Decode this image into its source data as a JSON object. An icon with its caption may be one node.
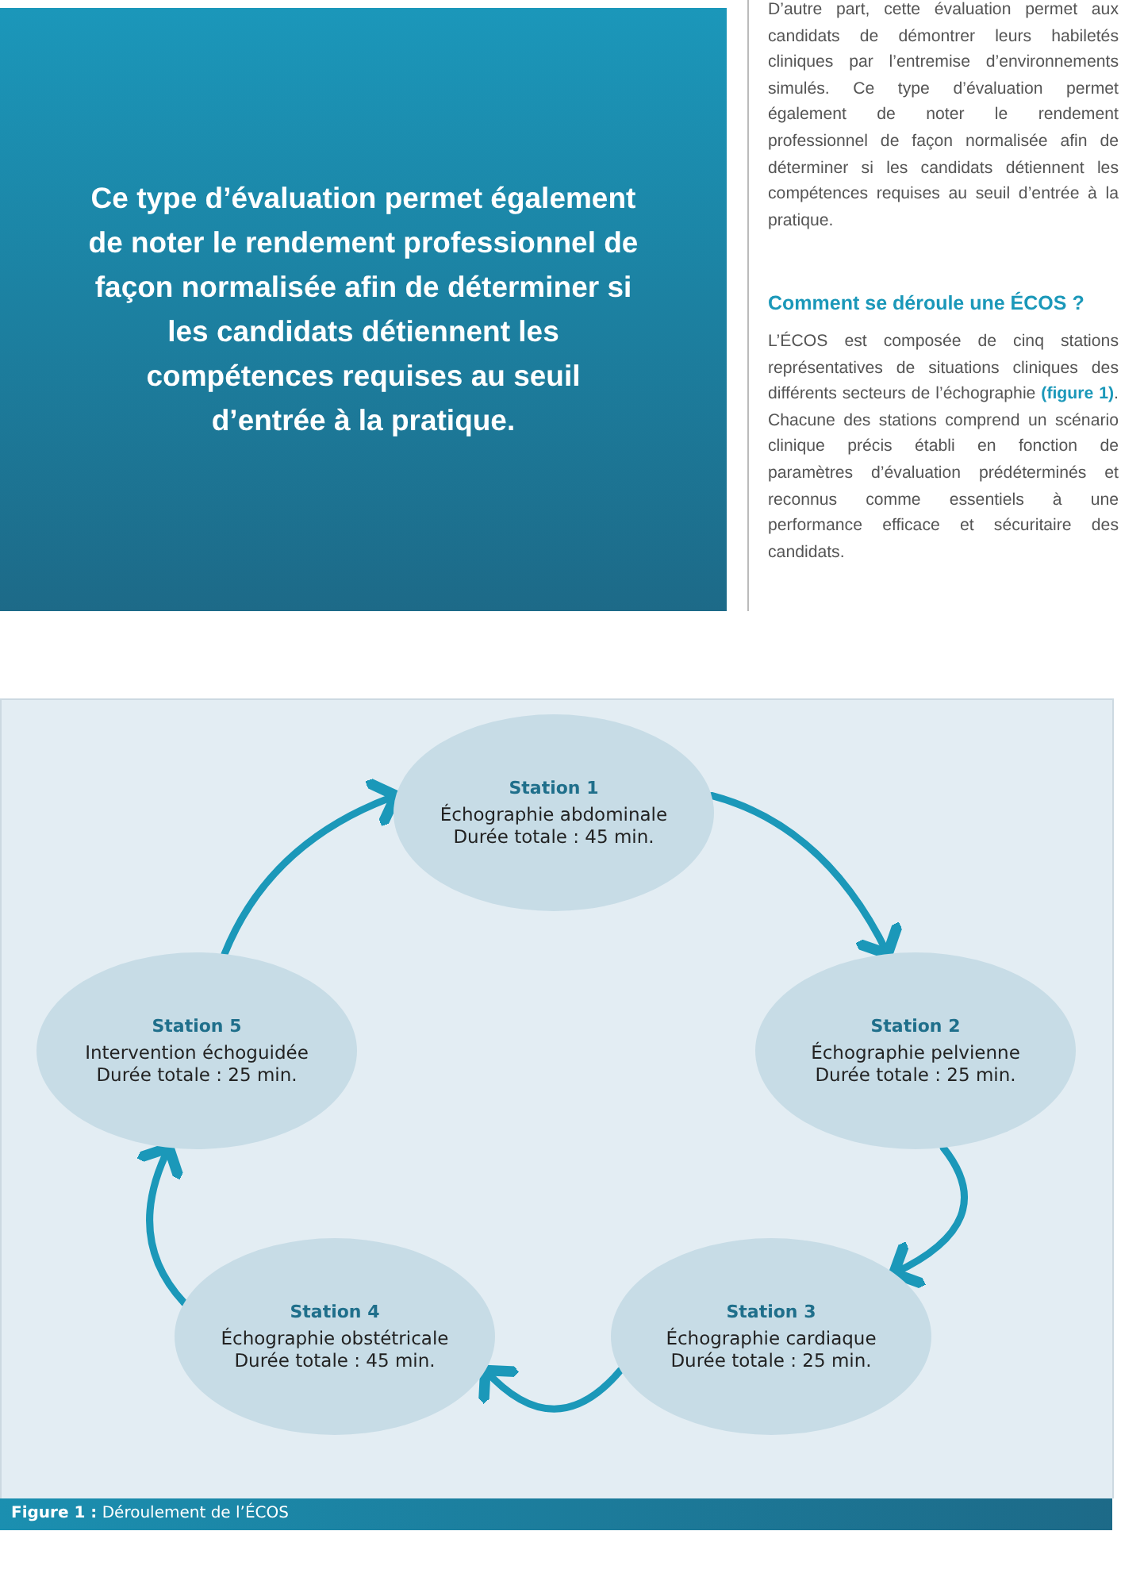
{
  "diagram": {
    "caption": "**Figure 1 :** Déroulement de l’ÉCOS",
    "nodes": [
      {
        "text": [
          "Station 1",
          "Échographie abdominale",
          "Durée totale : 45 min."
        ]
      },
      {
        "text": [
          "Station 5",
          "Intervention échoguidée",
          "Durée totale : 25 min."
        ]
      },
      {
        "text": [
          "Station 2",
          "Échographie pelvienne",
          "Durée totale : 25 min."
        ]
      },
      {
        "text": [
          "Station 4",
          "Échographie obstétricale",
          "Durée totale : 45 min."
        ]
      },
      {
        "text": [
          "Station 3",
          "Échographie cardiaque",
          "Durée totale : 25 min."
        ]
      }
    ],
    "edges": [
      {
        "from": 0,
        "to": 2,
        "arrow": "to"
      },
      {
        "from": 2,
        "to": 4,
        "arrow": "to"
      },
      {
        "from": 4,
        "to": 3,
        "arrow": "to"
      },
      {
        "from": 3,
        "to": 1,
        "arrow": "to"
      },
      {
        "from": 1,
        "to": 0,
        "arrow": "to"
      }
    ],
    "labels": [
      "Ce type d’évaluation permet également de noter le rendement professionnel de façon normalisée afin de déterminer si les candidats détiennent les compétences requises au seuil d’entrée à la pratique.",
      "D’autre part, cette évaluation permet aux candidats de démontrer leurs habiletés cliniques par l’entremise d’environnements simulés. Ce type d’évaluation permet également de noter le rendement professionnel de façon normalisée afin de déterminer si les candidats détiennent les compétences requises au seuil d’entrée à la pratique.",
      "Comment se déroule une ÉCOS ?",
      "L’ÉCOS est composée de cinq stations représentatives de situations cliniques des différents secteurs de l’échographie **(figure 1)**. Chacune des stations comprend un scénario clinique précis établi en fonction de paramètres d’évaluation prédéterminés et reconnus comme essentiels à une performance efficace et sécuritaire des candidats."
    ]
  }
}
